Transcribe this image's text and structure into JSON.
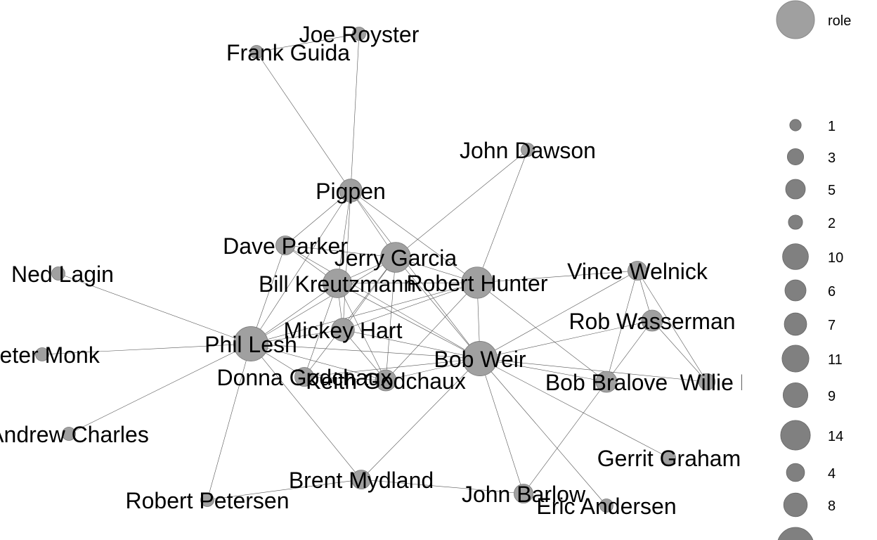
{
  "colors": {
    "node_fill": "#a0a0a0",
    "node_stroke": "#7a7a7a",
    "edge": "#555555",
    "legend_fill": "#808080",
    "background": "#ffffff"
  },
  "nodes": [
    {
      "id": "joe-royster",
      "label": "Joe Royster",
      "role": 1
    },
    {
      "id": "frank-guida",
      "label": "Frank Guida",
      "role": 1
    },
    {
      "id": "john-dawson",
      "label": "John Dawson",
      "role": 1
    },
    {
      "id": "pigpen",
      "label": "Pigpen",
      "role": 5
    },
    {
      "id": "dave-parker",
      "label": "Dave Parker",
      "role": 3
    },
    {
      "id": "jerry-garcia",
      "label": "Jerry Garcia",
      "role": 10
    },
    {
      "id": "ned-lagin",
      "label": "Ned Lagin",
      "role": 1
    },
    {
      "id": "bill-kreutzmann",
      "label": "Bill Kreutzmann",
      "role": 9
    },
    {
      "id": "robert-hunter",
      "label": "Robert Hunter",
      "role": 11
    },
    {
      "id": "vince-welnick",
      "label": "Vince Welnick",
      "role": 3
    },
    {
      "id": "rob-wasserman",
      "label": "Rob Wasserman",
      "role": 4
    },
    {
      "id": "mickey-hart",
      "label": "Mickey Hart",
      "role": 5
    },
    {
      "id": "peter-monk",
      "label": "Peter Monk",
      "role": 1
    },
    {
      "id": "phil-lesh",
      "label": "Phil Lesh",
      "role": 14
    },
    {
      "id": "bob-weir",
      "label": "Bob Weir",
      "role": 14
    },
    {
      "id": "donna-godchaux",
      "label": "Donna Godchaux",
      "role": 3
    },
    {
      "id": "keith-godchaux",
      "label": "Keith Godchaux",
      "role": 4
    },
    {
      "id": "bob-bralove",
      "label": "Bob Bralove",
      "role": 4
    },
    {
      "id": "willie-dixon",
      "label": "Willie Dixon",
      "role": 2
    },
    {
      "id": "andrew-charles",
      "label": "Andrew Charles",
      "role": 1
    },
    {
      "id": "gerrit-graham",
      "label": "Gerrit Graham",
      "role": 1
    },
    {
      "id": "brent-mydland",
      "label": "Brent Mydland",
      "role": 3
    },
    {
      "id": "robert-petersen",
      "label": "Robert Petersen",
      "role": 1
    },
    {
      "id": "john-barlow",
      "label": "John Barlow",
      "role": 3
    },
    {
      "id": "eric-andersen",
      "label": "Eric Andersen",
      "role": 1
    }
  ],
  "edges": [
    [
      "frank-guida",
      "joe-royster"
    ],
    [
      "frank-guida",
      "pigpen"
    ],
    [
      "joe-royster",
      "pigpen"
    ],
    [
      "pigpen",
      "dave-parker"
    ],
    [
      "pigpen",
      "jerry-garcia"
    ],
    [
      "pigpen",
      "bill-kreutzmann"
    ],
    [
      "pigpen",
      "robert-hunter"
    ],
    [
      "pigpen",
      "bob-weir"
    ],
    [
      "pigpen",
      "phil-lesh"
    ],
    [
      "pigpen",
      "mickey-hart"
    ],
    [
      "john-dawson",
      "jerry-garcia"
    ],
    [
      "john-dawson",
      "robert-hunter"
    ],
    [
      "dave-parker",
      "jerry-garcia"
    ],
    [
      "dave-parker",
      "bill-kreutzmann"
    ],
    [
      "dave-parker",
      "phil-lesh"
    ],
    [
      "dave-parker",
      "bob-weir"
    ],
    [
      "jerry-garcia",
      "bill-kreutzmann"
    ],
    [
      "jerry-garcia",
      "robert-hunter"
    ],
    [
      "jerry-garcia",
      "mickey-hart"
    ],
    [
      "jerry-garcia",
      "phil-lesh"
    ],
    [
      "jerry-garcia",
      "bob-weir"
    ],
    [
      "jerry-garcia",
      "keith-godchaux"
    ],
    [
      "jerry-garcia",
      "donna-godchaux"
    ],
    [
      "ned-lagin",
      "phil-lesh"
    ],
    [
      "peter-monk",
      "phil-lesh"
    ],
    [
      "andrew-charles",
      "phil-lesh"
    ],
    [
      "bill-kreutzmann",
      "robert-hunter"
    ],
    [
      "bill-kreutzmann",
      "mickey-hart"
    ],
    [
      "bill-kreutzmann",
      "phil-lesh"
    ],
    [
      "bill-kreutzmann",
      "bob-weir"
    ],
    [
      "bill-kreutzmann",
      "keith-godchaux"
    ],
    [
      "bill-kreutzmann",
      "donna-godchaux"
    ],
    [
      "robert-hunter",
      "phil-lesh"
    ],
    [
      "robert-hunter",
      "bob-weir"
    ],
    [
      "robert-hunter",
      "mickey-hart"
    ],
    [
      "robert-hunter",
      "vince-welnick"
    ],
    [
      "robert-hunter",
      "bob-bralove"
    ],
    [
      "robert-hunter",
      "keith-godchaux"
    ],
    [
      "mickey-hart",
      "phil-lesh"
    ],
    [
      "mickey-hart",
      "bob-weir"
    ],
    [
      "mickey-hart",
      "keith-godchaux"
    ],
    [
      "phil-lesh",
      "bob-weir"
    ],
    [
      "phil-lesh",
      "keith-godchaux"
    ],
    [
      "phil-lesh",
      "donna-godchaux"
    ],
    [
      "phil-lesh",
      "brent-mydland"
    ],
    [
      "phil-lesh",
      "robert-petersen"
    ],
    [
      "bob-weir",
      "vince-welnick"
    ],
    [
      "bob-weir",
      "rob-wasserman"
    ],
    [
      "bob-weir",
      "bob-bralove"
    ],
    [
      "bob-weir",
      "willie-dixon"
    ],
    [
      "bob-weir",
      "keith-godchaux"
    ],
    [
      "bob-weir",
      "donna-godchaux"
    ],
    [
      "bob-weir",
      "brent-mydland"
    ],
    [
      "bob-weir",
      "john-barlow"
    ],
    [
      "bob-weir",
      "gerrit-graham"
    ],
    [
      "bob-weir",
      "eric-andersen"
    ],
    [
      "vince-welnick",
      "rob-wasserman"
    ],
    [
      "vince-welnick",
      "bob-bralove"
    ],
    [
      "rob-wasserman",
      "bob-bralove"
    ],
    [
      "rob-wasserman",
      "willie-dixon"
    ],
    [
      "vince-welnick",
      "willie-dixon"
    ],
    [
      "brent-mydland",
      "robert-petersen"
    ],
    [
      "brent-mydland",
      "john-barlow"
    ],
    [
      "bob-bralove",
      "john-barlow"
    ],
    [
      "keith-godchaux",
      "donna-godchaux"
    ]
  ],
  "legend": {
    "title": "role",
    "items": [
      {
        "label": "1",
        "size": 1
      },
      {
        "label": "3",
        "size": 3
      },
      {
        "label": "5",
        "size": 5
      },
      {
        "label": "2",
        "size": 2
      },
      {
        "label": "10",
        "size": 10
      },
      {
        "label": "6",
        "size": 6
      },
      {
        "label": "7",
        "size": 7
      },
      {
        "label": "11",
        "size": 11
      },
      {
        "label": "9",
        "size": 9
      },
      {
        "label": "14",
        "size": 14
      },
      {
        "label": "4",
        "size": 4
      },
      {
        "label": "8",
        "size": 8
      }
    ]
  }
}
